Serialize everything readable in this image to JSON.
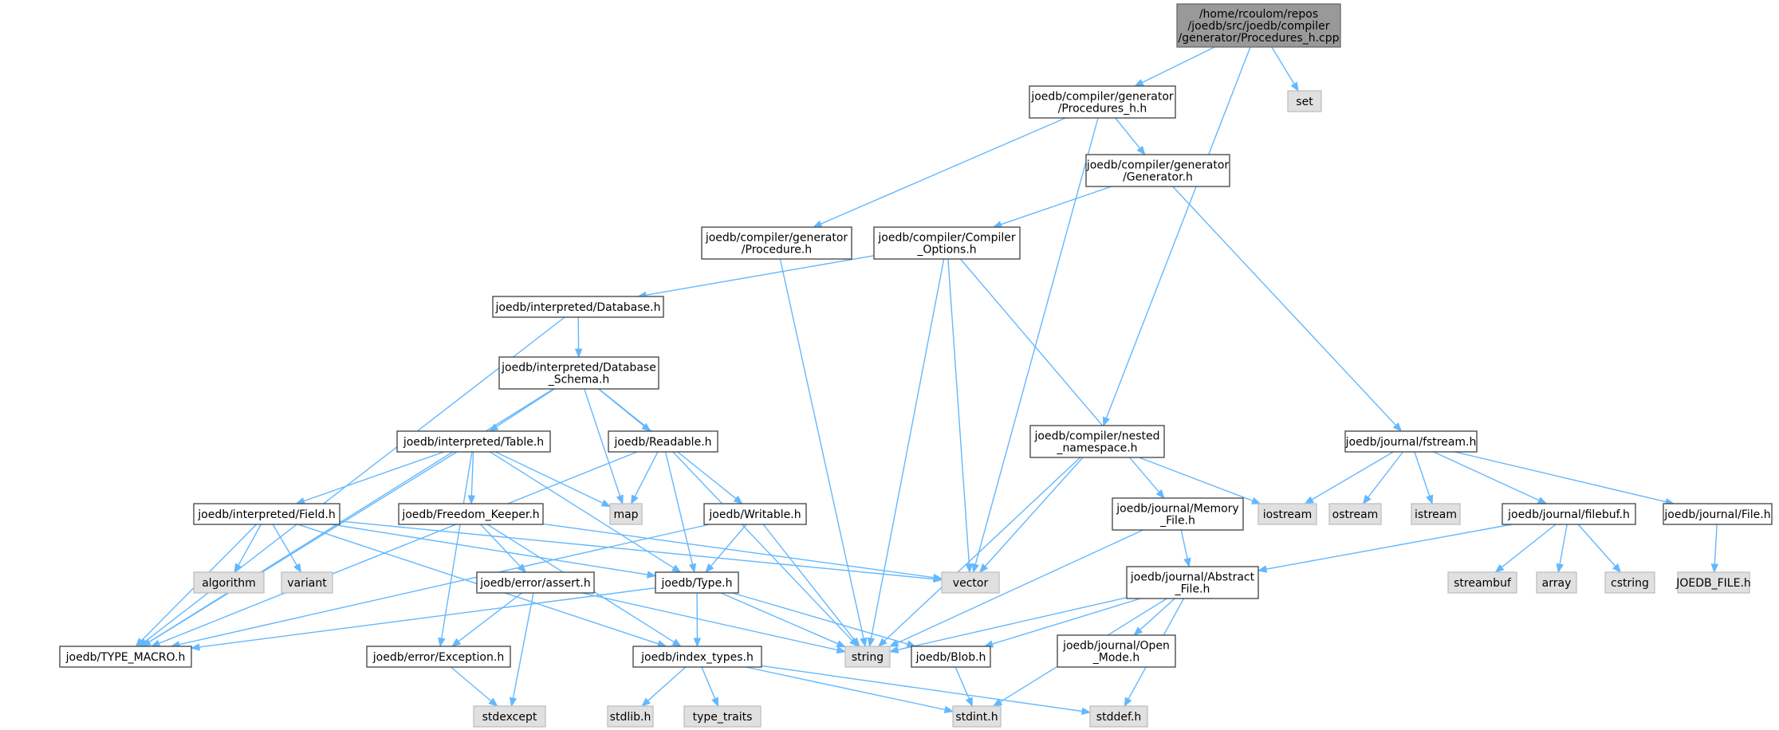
{
  "palette": {
    "edge": "#63b8ff",
    "root_fill": "#999999",
    "file_fill": "#ffffff",
    "system_fill": "#e0e0e0"
  },
  "nodes": [
    {
      "id": "root",
      "kind": "root",
      "lines": [
        "/home/rcoulom/repos",
        "/joedb/src/joedb/compiler",
        "/generator/Procedures_h.cpp"
      ]
    },
    {
      "id": "proc_h",
      "kind": "file",
      "lines": [
        "joedb/compiler/generator",
        "/Procedures_h.h"
      ]
    },
    {
      "id": "set",
      "kind": "sys",
      "lines": [
        "set"
      ]
    },
    {
      "id": "generator_h",
      "kind": "file",
      "lines": [
        "joedb/compiler/generator",
        "/Generator.h"
      ]
    },
    {
      "id": "procedure_h",
      "kind": "file",
      "lines": [
        "joedb/compiler/generator",
        "/Procedure.h"
      ]
    },
    {
      "id": "compiler_opts",
      "kind": "file",
      "lines": [
        "joedb/compiler/Compiler",
        "_Options.h"
      ]
    },
    {
      "id": "interp_db",
      "kind": "file",
      "lines": [
        "joedb/interpreted/Database.h"
      ]
    },
    {
      "id": "db_schema",
      "kind": "file",
      "lines": [
        "joedb/interpreted/Database",
        "_Schema.h"
      ]
    },
    {
      "id": "table_h",
      "kind": "file",
      "lines": [
        "joedb/interpreted/Table.h"
      ]
    },
    {
      "id": "readable_h",
      "kind": "file",
      "lines": [
        "joedb/Readable.h"
      ]
    },
    {
      "id": "nested_ns",
      "kind": "file",
      "lines": [
        "joedb/compiler/nested",
        "_namespace.h"
      ]
    },
    {
      "id": "fstream_h",
      "kind": "file",
      "lines": [
        "joedb/journal/fstream.h"
      ]
    },
    {
      "id": "field_h",
      "kind": "file",
      "lines": [
        "joedb/interpreted/Field.h"
      ]
    },
    {
      "id": "freedom_h",
      "kind": "file",
      "lines": [
        "joedb/Freedom_Keeper.h"
      ]
    },
    {
      "id": "map",
      "kind": "sys",
      "lines": [
        "map"
      ]
    },
    {
      "id": "writable_h",
      "kind": "file",
      "lines": [
        "joedb/Writable.h"
      ]
    },
    {
      "id": "memory_file",
      "kind": "file",
      "lines": [
        "joedb/journal/Memory",
        "_File.h"
      ]
    },
    {
      "id": "iostream",
      "kind": "sys",
      "lines": [
        "iostream"
      ]
    },
    {
      "id": "ostream",
      "kind": "sys",
      "lines": [
        "ostream"
      ]
    },
    {
      "id": "istream",
      "kind": "sys",
      "lines": [
        "istream"
      ]
    },
    {
      "id": "filebuf_h",
      "kind": "file",
      "lines": [
        "joedb/journal/filebuf.h"
      ]
    },
    {
      "id": "file_h",
      "kind": "file",
      "lines": [
        "joedb/journal/File.h"
      ]
    },
    {
      "id": "algorithm",
      "kind": "sys",
      "lines": [
        "algorithm"
      ]
    },
    {
      "id": "variant",
      "kind": "sys",
      "lines": [
        "variant"
      ]
    },
    {
      "id": "assert_h",
      "kind": "file",
      "lines": [
        "joedb/error/assert.h"
      ]
    },
    {
      "id": "type_h",
      "kind": "file",
      "lines": [
        "joedb/Type.h"
      ]
    },
    {
      "id": "vector",
      "kind": "sys",
      "lines": [
        "vector"
      ]
    },
    {
      "id": "abstract_file",
      "kind": "file",
      "lines": [
        "joedb/journal/Abstract",
        "_File.h"
      ]
    },
    {
      "id": "streambuf",
      "kind": "sys",
      "lines": [
        "streambuf"
      ]
    },
    {
      "id": "array",
      "kind": "sys",
      "lines": [
        "array"
      ]
    },
    {
      "id": "cstring",
      "kind": "sys",
      "lines": [
        "cstring"
      ]
    },
    {
      "id": "joedb_file",
      "kind": "sys",
      "lines": [
        "JOEDB_FILE.h"
      ]
    },
    {
      "id": "type_macro",
      "kind": "file",
      "lines": [
        "joedb/TYPE_MACRO.h"
      ]
    },
    {
      "id": "exception_h",
      "kind": "file",
      "lines": [
        "joedb/error/Exception.h"
      ]
    },
    {
      "id": "index_types",
      "kind": "file",
      "lines": [
        "joedb/index_types.h"
      ]
    },
    {
      "id": "string",
      "kind": "sys",
      "lines": [
        "string"
      ]
    },
    {
      "id": "blob_h",
      "kind": "file",
      "lines": [
        "joedb/Blob.h"
      ]
    },
    {
      "id": "open_mode",
      "kind": "file",
      "lines": [
        "joedb/journal/Open",
        "_Mode.h"
      ]
    },
    {
      "id": "stdexcept",
      "kind": "sys",
      "lines": [
        "stdexcept"
      ]
    },
    {
      "id": "stdlib_h",
      "kind": "sys",
      "lines": [
        "stdlib.h"
      ]
    },
    {
      "id": "type_traits",
      "kind": "sys",
      "lines": [
        "type_traits"
      ]
    },
    {
      "id": "stdint_h",
      "kind": "sys",
      "lines": [
        "stdint.h"
      ]
    },
    {
      "id": "stddef_h",
      "kind": "sys",
      "lines": [
        "stddef.h"
      ]
    }
  ],
  "edges": [
    [
      "root",
      "proc_h"
    ],
    [
      "root",
      "set"
    ],
    [
      "root",
      "nested_ns"
    ],
    [
      "proc_h",
      "generator_h"
    ],
    [
      "proc_h",
      "procedure_h"
    ],
    [
      "proc_h",
      "vector"
    ],
    [
      "generator_h",
      "compiler_opts"
    ],
    [
      "generator_h",
      "fstream_h"
    ],
    [
      "procedure_h",
      "string"
    ],
    [
      "compiler_opts",
      "interp_db"
    ],
    [
      "compiler_opts",
      "memory_file"
    ],
    [
      "compiler_opts",
      "string"
    ],
    [
      "compiler_opts",
      "vector"
    ],
    [
      "interp_db",
      "db_schema"
    ],
    [
      "interp_db",
      "type_macro"
    ],
    [
      "db_schema",
      "table_h"
    ],
    [
      "db_schema",
      "readable_h"
    ],
    [
      "db_schema",
      "writable_h"
    ],
    [
      "db_schema",
      "map"
    ],
    [
      "db_schema",
      "type_macro"
    ],
    [
      "table_h",
      "field_h"
    ],
    [
      "table_h",
      "freedom_h"
    ],
    [
      "table_h",
      "map"
    ],
    [
      "table_h",
      "type_h"
    ],
    [
      "table_h",
      "type_macro"
    ],
    [
      "table_h",
      "exception_h"
    ],
    [
      "readable_h",
      "map"
    ],
    [
      "readable_h",
      "type_h"
    ],
    [
      "readable_h",
      "string"
    ],
    [
      "readable_h",
      "type_macro"
    ],
    [
      "writable_h",
      "type_h"
    ],
    [
      "writable_h",
      "string"
    ],
    [
      "writable_h",
      "type_macro"
    ],
    [
      "field_h",
      "algorithm"
    ],
    [
      "field_h",
      "variant"
    ],
    [
      "field_h",
      "type_macro"
    ],
    [
      "field_h",
      "type_h"
    ],
    [
      "field_h",
      "index_types"
    ],
    [
      "field_h",
      "vector"
    ],
    [
      "freedom_h",
      "assert_h"
    ],
    [
      "freedom_h",
      "index_types"
    ],
    [
      "freedom_h",
      "vector"
    ],
    [
      "assert_h",
      "exception_h"
    ],
    [
      "assert_h",
      "stdexcept"
    ],
    [
      "assert_h",
      "string"
    ],
    [
      "type_h",
      "index_types"
    ],
    [
      "type_h",
      "string"
    ],
    [
      "type_h",
      "blob_h"
    ],
    [
      "type_h",
      "type_macro"
    ],
    [
      "exception_h",
      "stdexcept"
    ],
    [
      "index_types",
      "stdlib_h"
    ],
    [
      "index_types",
      "type_traits"
    ],
    [
      "index_types",
      "stdint_h"
    ],
    [
      "index_types",
      "stddef_h"
    ],
    [
      "nested_ns",
      "iostream"
    ],
    [
      "nested_ns",
      "vector"
    ],
    [
      "nested_ns",
      "string"
    ],
    [
      "fstream_h",
      "iostream"
    ],
    [
      "fstream_h",
      "ostream"
    ],
    [
      "fstream_h",
      "istream"
    ],
    [
      "fstream_h",
      "filebuf_h"
    ],
    [
      "fstream_h",
      "file_h"
    ],
    [
      "memory_file",
      "abstract_file"
    ],
    [
      "memory_file",
      "string"
    ],
    [
      "filebuf_h",
      "streambuf"
    ],
    [
      "filebuf_h",
      "array"
    ],
    [
      "filebuf_h",
      "cstring"
    ],
    [
      "filebuf_h",
      "abstract_file"
    ],
    [
      "file_h",
      "joedb_file"
    ],
    [
      "abstract_file",
      "open_mode"
    ],
    [
      "abstract_file",
      "blob_h"
    ],
    [
      "abstract_file",
      "string"
    ],
    [
      "abstract_file",
      "stdint_h"
    ],
    [
      "abstract_file",
      "stddef_h"
    ],
    [
      "blob_h",
      "stdint_h"
    ]
  ]
}
